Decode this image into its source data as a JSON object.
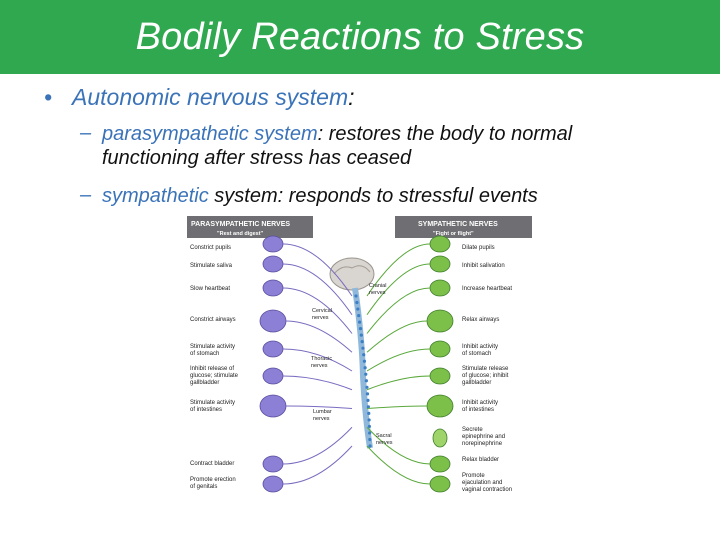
{
  "title": "Bodily Reactions to Stress",
  "bullet1": {
    "marker": "•",
    "term": "Autonomic nervous system",
    "colon": ":"
  },
  "sub1": {
    "marker": "–",
    "term": "parasympathetic system",
    "colon": ":",
    "rest_line1": " restores the body to normal",
    "line2": "functioning after stress has ceased"
  },
  "sub2": {
    "marker": "–",
    "term": "sympathetic",
    "rest": " system: responds to stressful events"
  },
  "figure": {
    "para_header": "PARASYMPATHETIC NERVES",
    "para_sub": "\"Rest and digest\"",
    "symp_header": "SYMPATHETIC NERVES",
    "symp_sub": "\"Fight or flight\"",
    "para_items": [
      "Constrict pupils",
      "Stimulate saliva",
      "Slow heartbeat",
      "Constrict airways",
      "Stimulate activity",
      "of stomach",
      "Inhibit release of",
      "glucose; stimulate",
      "gallbladder",
      "Stimulate activity",
      "of intestines",
      "Contract bladder",
      "Promote erection",
      "of genitals"
    ],
    "symp_items": [
      "Dilate pupils",
      "Inhibit salivation",
      "Increase heartbeat",
      "Relax airways",
      "Inhibit activity",
      "of stomach",
      "Stimulate release",
      "of glucose; inhibit",
      "gallbladder",
      "Inhibit activity",
      "of intestines",
      "Secrete",
      "epinephrine and",
      "norepinephrine",
      "Relax bladder",
      "Promote",
      "ejaculation and",
      "vaginal contraction"
    ],
    "spine_labels": [
      "Cranial",
      "nerves",
      "Cervical",
      "nerves",
      "Thoracic",
      "nerves",
      "Lumbar",
      "nerves",
      "Sacral",
      "nerves"
    ],
    "colors": {
      "para": "#7a6cc0",
      "symp": "#5aa83c",
      "header_bg": "#6f6f73",
      "organ_para": "#8b7fd6",
      "organ_symp": "#7cc04a"
    }
  }
}
